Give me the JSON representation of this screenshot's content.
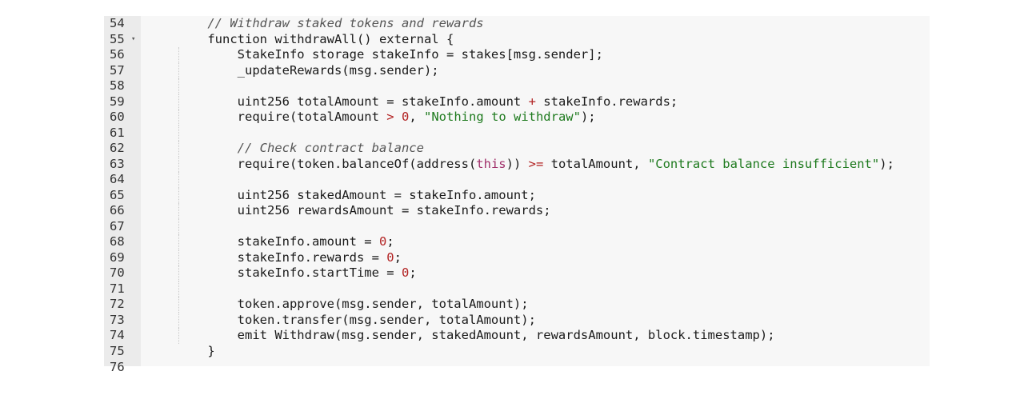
{
  "editor": {
    "lines": [
      {
        "n": "54",
        "fold": "",
        "tokens": [
          {
            "t": "    "
          },
          {
            "c": "comment",
            "t": "// Withdraw staked tokens and rewards"
          }
        ]
      },
      {
        "n": "55",
        "fold": "▾",
        "tokens": [
          {
            "t": "    function withdrawAll() external {"
          }
        ]
      },
      {
        "n": "56",
        "fold": "",
        "tokens": [
          {
            "t": "        StakeInfo storage stakeInfo = stakes[msg.sender];"
          }
        ]
      },
      {
        "n": "57",
        "fold": "",
        "tokens": [
          {
            "t": "        _updateRewards(msg.sender);"
          }
        ]
      },
      {
        "n": "58",
        "fold": "",
        "tokens": [
          {
            "t": ""
          }
        ]
      },
      {
        "n": "59",
        "fold": "",
        "tokens": [
          {
            "t": "        uint256 totalAmount = stakeInfo.amount "
          },
          {
            "c": "op",
            "t": "+"
          },
          {
            "t": " stakeInfo.rewards;"
          }
        ]
      },
      {
        "n": "60",
        "fold": "",
        "tokens": [
          {
            "t": "        require(totalAmount "
          },
          {
            "c": "op",
            "t": ">"
          },
          {
            "t": " "
          },
          {
            "c": "number",
            "t": "0"
          },
          {
            "t": ", "
          },
          {
            "c": "string",
            "t": "\"Nothing to withdraw\""
          },
          {
            "t": ");"
          }
        ]
      },
      {
        "n": "61",
        "fold": "",
        "tokens": [
          {
            "t": ""
          }
        ]
      },
      {
        "n": "62",
        "fold": "",
        "tokens": [
          {
            "t": "        "
          },
          {
            "c": "comment",
            "t": "// Check contract balance"
          }
        ]
      },
      {
        "n": "63",
        "fold": "",
        "tokens": [
          {
            "t": "        require(token.balanceOf(address("
          },
          {
            "c": "builtin",
            "t": "this"
          },
          {
            "t": ")) "
          },
          {
            "c": "op",
            "t": ">="
          },
          {
            "t": " totalAmount, "
          },
          {
            "c": "string",
            "t": "\"Contract balance insufficient\""
          },
          {
            "t": ");"
          }
        ]
      },
      {
        "n": "64",
        "fold": "",
        "tokens": [
          {
            "t": ""
          }
        ]
      },
      {
        "n": "65",
        "fold": "",
        "tokens": [
          {
            "t": "        uint256 stakedAmount = stakeInfo.amount;"
          }
        ]
      },
      {
        "n": "66",
        "fold": "",
        "tokens": [
          {
            "t": "        uint256 rewardsAmount = stakeInfo.rewards;"
          }
        ]
      },
      {
        "n": "67",
        "fold": "",
        "tokens": [
          {
            "t": ""
          }
        ]
      },
      {
        "n": "68",
        "fold": "",
        "tokens": [
          {
            "t": "        stakeInfo.amount = "
          },
          {
            "c": "number",
            "t": "0"
          },
          {
            "t": ";"
          }
        ]
      },
      {
        "n": "69",
        "fold": "",
        "tokens": [
          {
            "t": "        stakeInfo.rewards = "
          },
          {
            "c": "number",
            "t": "0"
          },
          {
            "t": ";"
          }
        ]
      },
      {
        "n": "70",
        "fold": "",
        "tokens": [
          {
            "t": "        stakeInfo.startTime = "
          },
          {
            "c": "number",
            "t": "0"
          },
          {
            "t": ";"
          }
        ]
      },
      {
        "n": "71",
        "fold": "",
        "tokens": [
          {
            "t": ""
          }
        ]
      },
      {
        "n": "72",
        "fold": "",
        "tokens": [
          {
            "t": "        token.approve(msg.sender, totalAmount);"
          }
        ]
      },
      {
        "n": "73",
        "fold": "",
        "tokens": [
          {
            "t": "        token.transfer(msg.sender, totalAmount);"
          }
        ]
      },
      {
        "n": "74",
        "fold": "",
        "tokens": [
          {
            "t": "        emit Withdraw(msg.sender, stakedAmount, rewardsAmount, block.timestamp);"
          }
        ]
      },
      {
        "n": "75",
        "fold": "",
        "tokens": [
          {
            "t": "    }"
          }
        ]
      }
    ],
    "partial_line_number": "76",
    "colors": {
      "comment": "#555555",
      "string": "#1e7a1e",
      "number": "#b22222",
      "operator": "#b22222",
      "builtin": "#a0306a",
      "gutter_bg": "#ebebeb",
      "editor_bg": "#f7f7f7"
    }
  }
}
